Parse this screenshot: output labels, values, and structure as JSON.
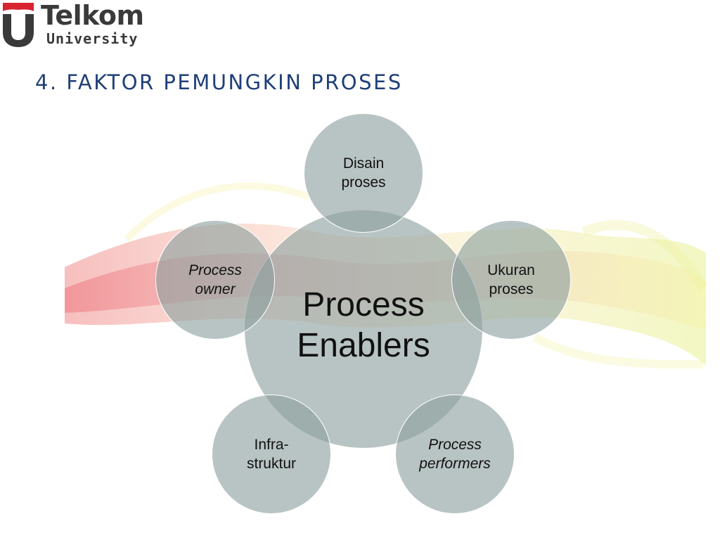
{
  "logo": {
    "name": "Telkom",
    "sub": "University",
    "colors": {
      "red": "#d7242f",
      "grey": "#3a3a3a"
    }
  },
  "title": "4. FAKTOR PEMUNGKIN PROSES",
  "diagram": {
    "center": "Process\nEnablers",
    "nodes": {
      "top": "Disain\nproses",
      "right": "Ukuran\nproses",
      "bottom_right": "Process\nperformers",
      "bottom_left": "Infra-\nstruktur",
      "left": "Process\nowner"
    },
    "colors": {
      "circle_fill": "#8da09e",
      "circle_border": "#ffffff",
      "title": "#1f3f78"
    }
  }
}
